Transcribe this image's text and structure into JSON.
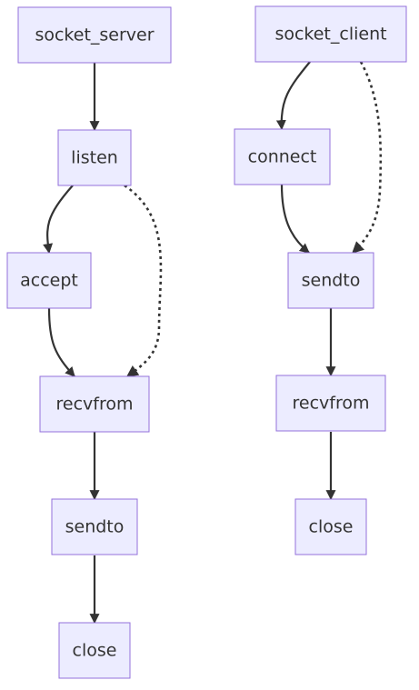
{
  "diagram": {
    "server": {
      "socket_server": "socket_server",
      "listen": "listen",
      "accept": "accept",
      "recvfrom": "recvfrom",
      "sendto": "sendto",
      "close": "close"
    },
    "client": {
      "socket_client": "socket_client",
      "connect": "connect",
      "sendto": "sendto",
      "recvfrom": "recvfrom",
      "close": "close"
    },
    "edges": [
      {
        "from": "socket_server",
        "to": "listen",
        "style": "solid"
      },
      {
        "from": "listen",
        "to": "accept",
        "style": "solid"
      },
      {
        "from": "listen",
        "to": "recvfrom",
        "style": "dotted"
      },
      {
        "from": "accept",
        "to": "recvfrom",
        "style": "solid"
      },
      {
        "from": "recvfrom",
        "to": "sendto",
        "style": "solid"
      },
      {
        "from": "sendto",
        "to": "close",
        "style": "solid"
      },
      {
        "from": "socket_client",
        "to": "connect",
        "style": "solid"
      },
      {
        "from": "socket_client",
        "to": "sendto",
        "style": "dotted"
      },
      {
        "from": "connect",
        "to": "sendto",
        "style": "solid"
      },
      {
        "from": "sendto",
        "to": "recvfrom",
        "style": "solid"
      },
      {
        "from": "recvfrom",
        "to": "close",
        "style": "solid"
      }
    ],
    "colors": {
      "node_fill": "#ececff",
      "node_stroke": "#9370db",
      "edge": "#333333",
      "text": "#333333"
    }
  }
}
